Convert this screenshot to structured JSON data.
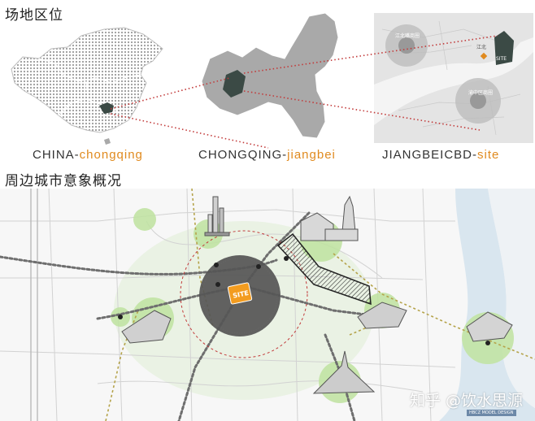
{
  "top": {
    "section_title": "场地区位",
    "captions": [
      {
        "main": "CHINA-",
        "highlight": "chongqing"
      },
      {
        "main": "CHONGQING-",
        "highlight": "jiangbei"
      },
      {
        "main": "JIANGBEICBD-",
        "highlight": "site"
      }
    ],
    "cbd_map": {
      "district_label_1": "江北嘴商圈",
      "district_label_2": "江北",
      "district_label_3": "渝中区商圈",
      "site_label": "SITE"
    }
  },
  "bottom": {
    "section_title": "周边城市意象概况",
    "site_label": "SITE"
  },
  "watermark": {
    "text": "知乎 @饮水思源",
    "sub": "HBCZ MODEL DESIGN"
  },
  "colors": {
    "accent": "#e08a1e",
    "site_orange": "#f39c1f",
    "map_gray": "#a9a9a9",
    "highlight_dark": "#3b4a45",
    "green_circle": "#bfe3a0",
    "dotted_red": "#c23a3a",
    "river_blue": "#d9e6ef"
  }
}
